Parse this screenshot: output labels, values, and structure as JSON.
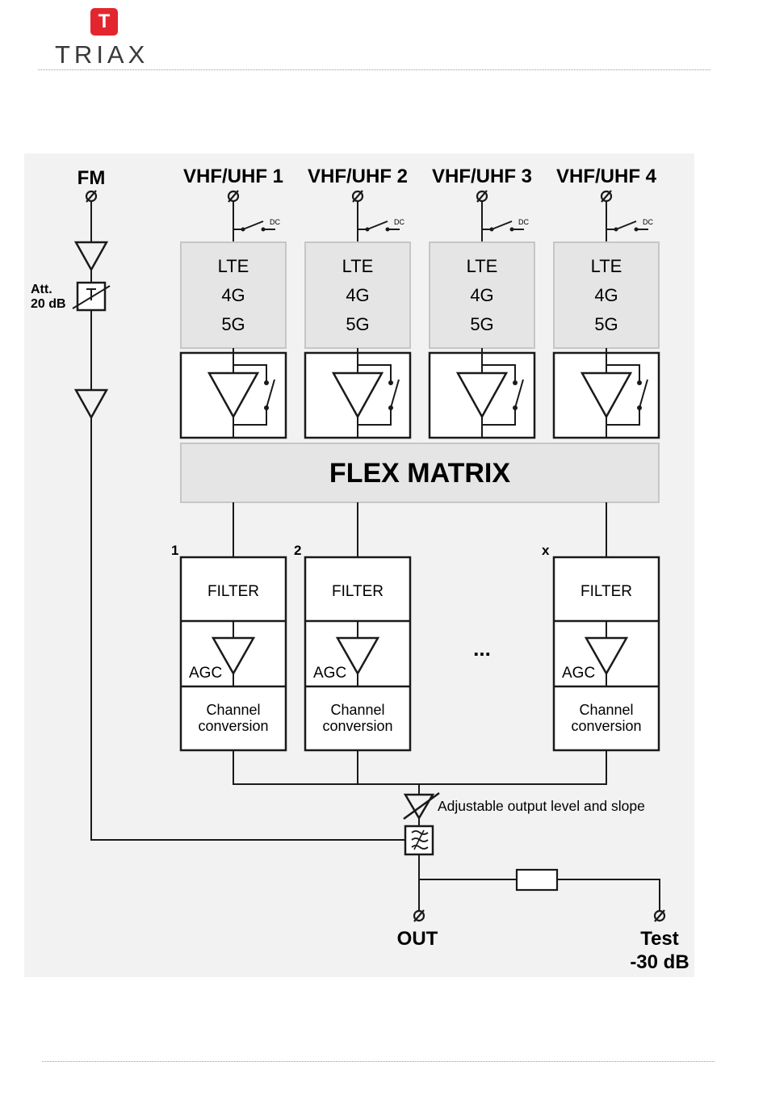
{
  "brand": {
    "logo_letter": "T",
    "name": "TRIAX",
    "color": "#e3262e"
  },
  "inputs": {
    "fm": "FM",
    "vhf_uhf": [
      "VHF/UHF 1",
      "VHF/UHF 2",
      "VHF/UHF 3",
      "VHF/UHF 4"
    ],
    "dc": "DC"
  },
  "band_box": [
    "LTE",
    "4G",
    "5G"
  ],
  "attenuator": [
    "Att.",
    "20 dB"
  ],
  "matrix": "FLEX MATRIX",
  "channels": [
    {
      "number": "1"
    },
    {
      "number": "2"
    },
    {
      "number": "x"
    }
  ],
  "channel_blocks": {
    "filter": "FILTER",
    "agc": "AGC",
    "conversion": [
      "Channel",
      "conversion"
    ]
  },
  "ellipsis": "...",
  "output_stage": "Adjustable output level and slope",
  "outputs": {
    "out": "OUT",
    "test": [
      "Test",
      "-30 dB"
    ]
  },
  "colors": {
    "panel": "#f2f2f2",
    "block": "#e5e5e5",
    "line": "#1a1a1a"
  }
}
